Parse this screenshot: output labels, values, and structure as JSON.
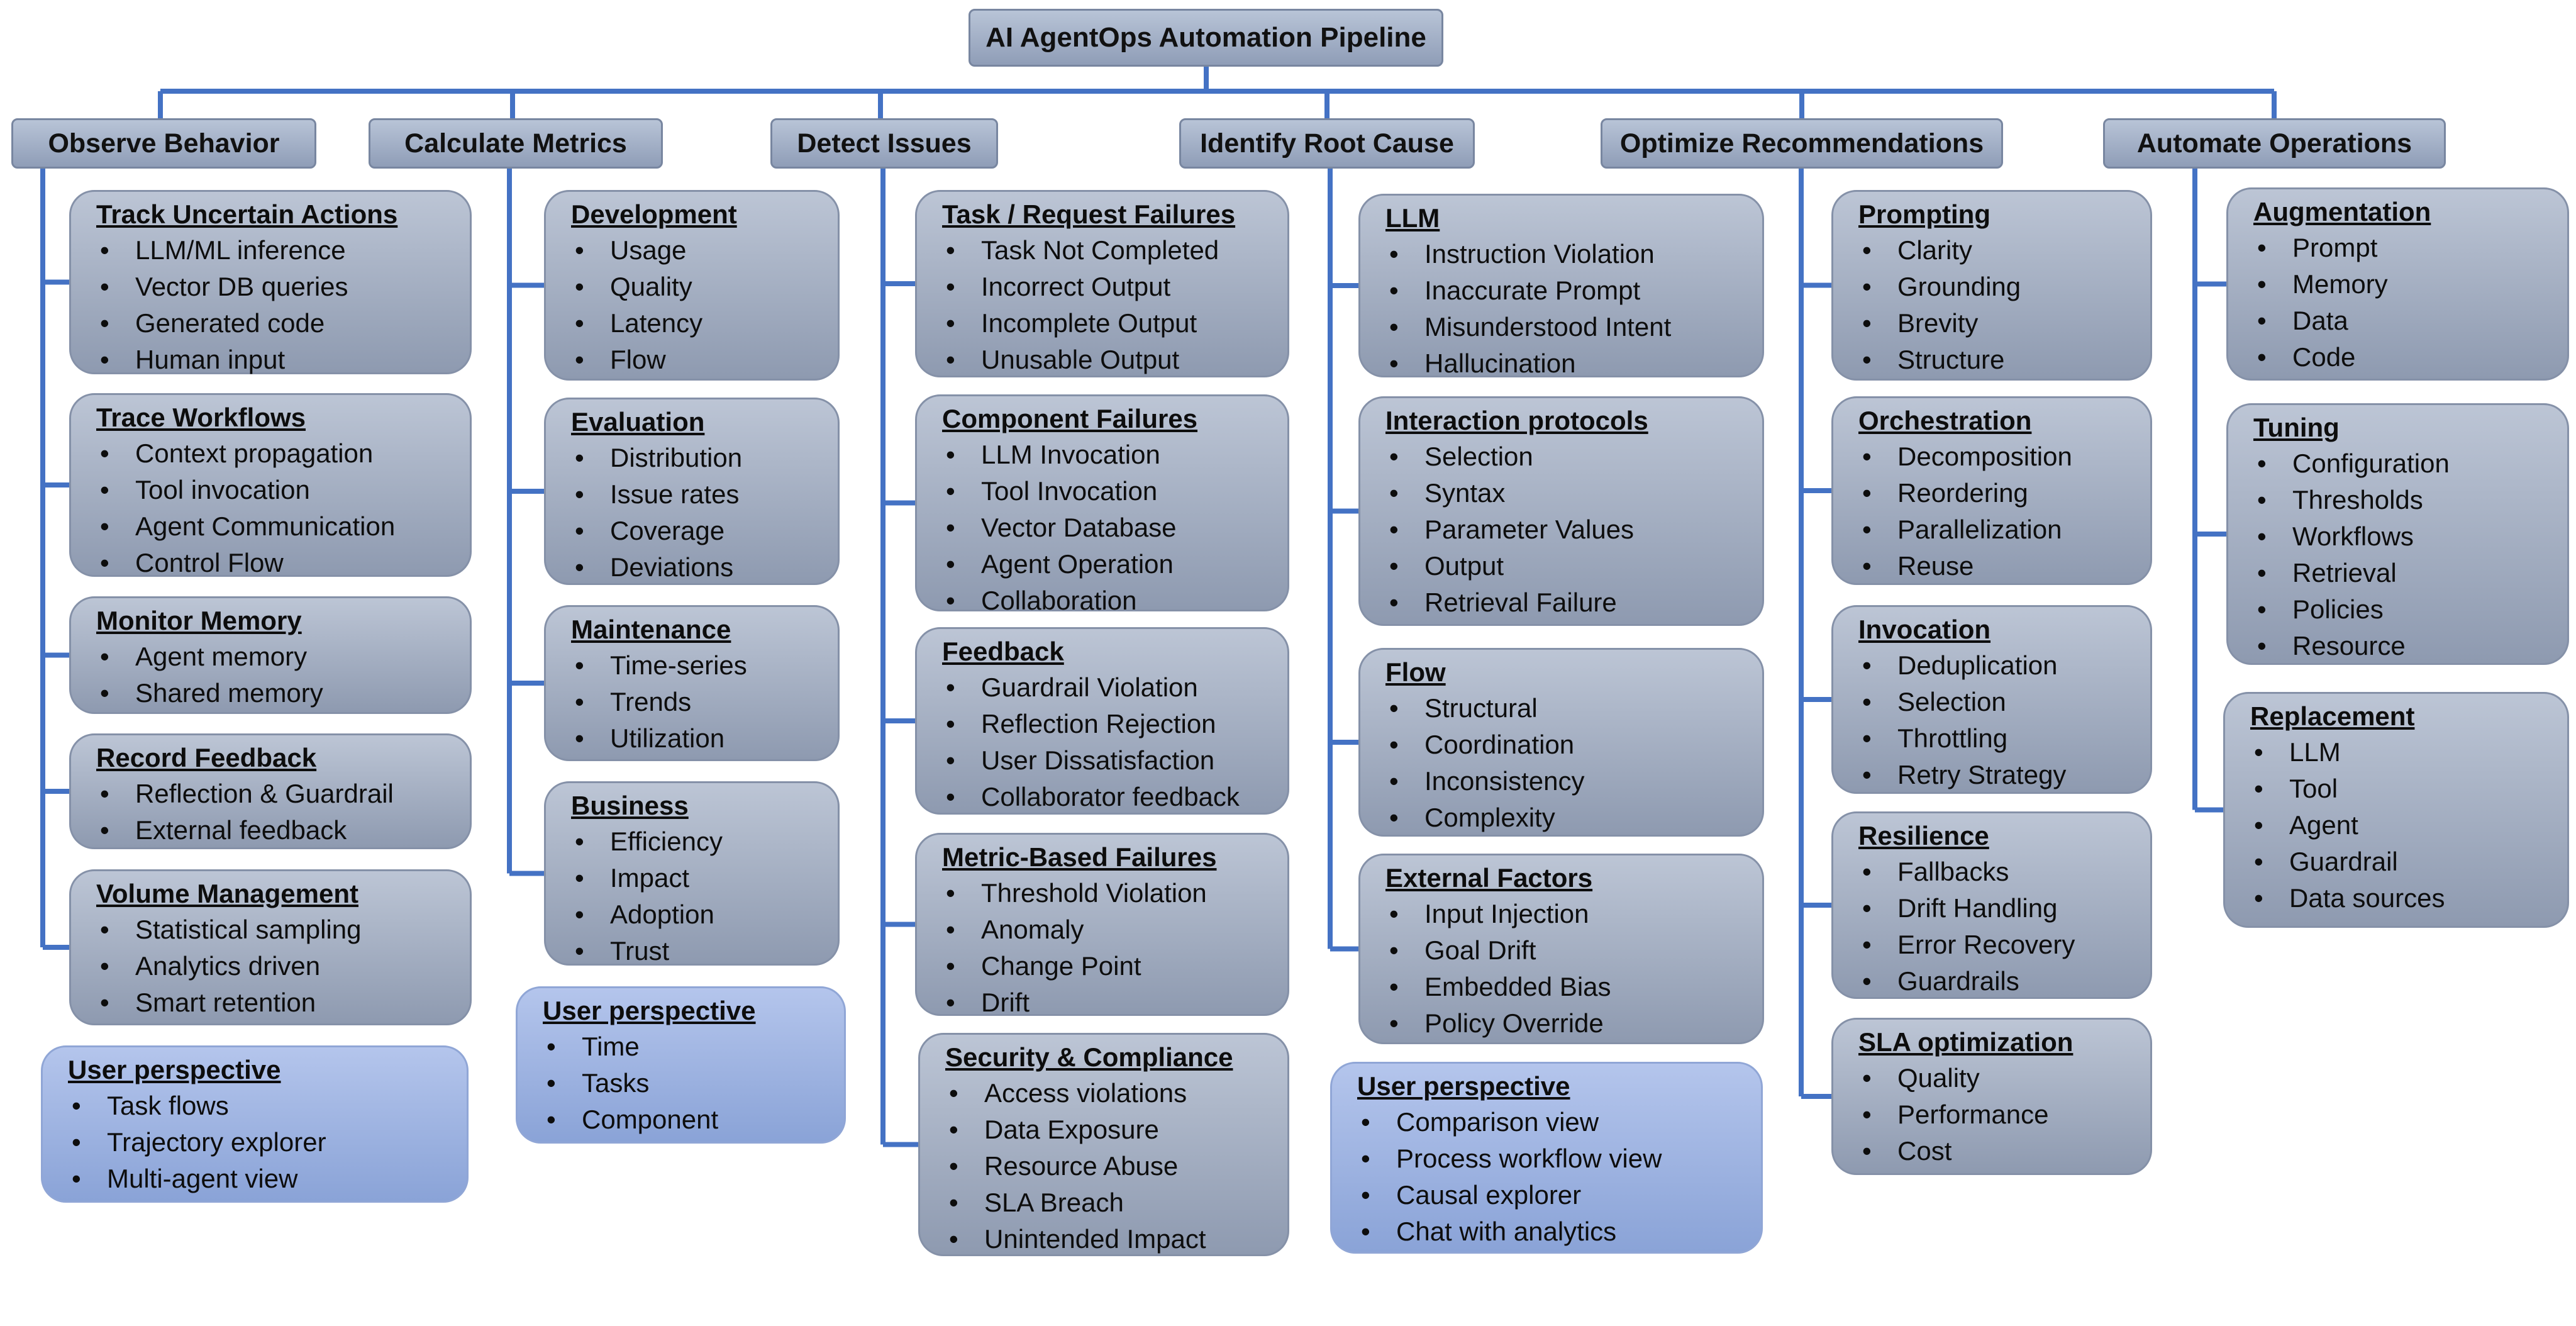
{
  "title": "AI AgentOps Automation Pipeline",
  "colors": {
    "connector": "#4472c4",
    "card": "#9aa6bd",
    "user_card": "#98aee0"
  },
  "columns": [
    {
      "heading": "Observe Behavior",
      "cards": [
        {
          "title": "Track Uncertain Actions",
          "items": [
            "LLM/ML inference",
            "Vector DB queries",
            "Generated code",
            "Human input"
          ]
        },
        {
          "title": "Trace  Workflows",
          "items": [
            "Context propagation",
            "Tool invocation",
            "Agent Communication",
            "Control Flow"
          ]
        },
        {
          "title": "Monitor Memory",
          "items": [
            "Agent memory",
            "Shared memory"
          ]
        },
        {
          "title": "Record Feedback",
          "items": [
            "Reflection & Guardrail",
            "External feedback"
          ]
        },
        {
          "title": "Volume Management",
          "items": [
            "Statistical sampling",
            "Analytics driven",
            "Smart retention"
          ]
        },
        {
          "title": "User perspective",
          "items": [
            "Task flows",
            "Trajectory explorer",
            "Multi-agent view"
          ]
        }
      ]
    },
    {
      "heading": "Calculate Metrics",
      "cards": [
        {
          "title": "Development",
          "items": [
            "Usage",
            "Quality",
            "Latency",
            "Flow"
          ]
        },
        {
          "title": "Evaluation",
          "items": [
            "Distribution",
            "Issue rates",
            "Coverage",
            "Deviations"
          ]
        },
        {
          "title": "Maintenance",
          "items": [
            "Time-series",
            "Trends",
            "Utilization"
          ]
        },
        {
          "title": "Business",
          "items": [
            "Efficiency",
            "Impact",
            "Adoption",
            "Trust"
          ]
        },
        {
          "title": "User perspective",
          "items": [
            "Time",
            "Tasks",
            "Component"
          ]
        }
      ]
    },
    {
      "heading": "Detect Issues",
      "cards": [
        {
          "title": "Task / Request Failures",
          "items": [
            "Task Not Completed",
            "Incorrect Output",
            "Incomplete Output",
            "Unusable Output"
          ]
        },
        {
          "title": "Component Failures",
          "items": [
            "LLM Invocation",
            "Tool Invocation",
            "Vector Database",
            "Agent Operation",
            "Collaboration"
          ]
        },
        {
          "title": "Feedback",
          "items": [
            "Guardrail Violation",
            "Reflection Rejection",
            "User Dissatisfaction",
            "Collaborator feedback"
          ]
        },
        {
          "title": "Metric-Based Failures",
          "items": [
            "Threshold Violation",
            "Anomaly",
            "Change Point",
            "Drift"
          ]
        },
        {
          "title": "Security & Compliance",
          "items": [
            "Access violations",
            "Data Exposure",
            "Resource Abuse",
            "SLA Breach",
            "Unintended Impact"
          ]
        }
      ]
    },
    {
      "heading": "Identify Root Cause",
      "cards": [
        {
          "title": "LLM",
          "items": [
            "Instruction Violation",
            "Inaccurate Prompt",
            "Misunderstood Intent",
            "Hallucination"
          ]
        },
        {
          "title": "Interaction protocols",
          "items": [
            "Selection",
            "Syntax",
            "Parameter Values",
            "Output",
            "Retrieval Failure"
          ]
        },
        {
          "title": "Flow",
          "items": [
            "Structural",
            "Coordination",
            "Inconsistency",
            "Complexity"
          ]
        },
        {
          "title": "External Factors",
          "items": [
            "Input Injection",
            "Goal Drift",
            "Embedded Bias",
            "Policy Override"
          ]
        },
        {
          "title": "User perspective",
          "items": [
            "Comparison view",
            "Process workflow view",
            "Causal  explorer",
            "Chat with analytics"
          ]
        }
      ]
    },
    {
      "heading": "Optimize Recommendations",
      "cards": [
        {
          "title": "Prompting",
          "items": [
            "Clarity",
            "Grounding",
            "Brevity",
            "Structure"
          ]
        },
        {
          "title": "Orchestration",
          "items": [
            "Decomposition",
            "Reordering",
            "Parallelization",
            "Reuse"
          ]
        },
        {
          "title": "Invocation",
          "items": [
            "Deduplication",
            "Selection",
            "Throttling",
            "Retry Strategy"
          ]
        },
        {
          "title": "Resilience",
          "items": [
            "Fallbacks",
            "Drift Handling",
            "Error Recovery",
            "Guardrails"
          ]
        },
        {
          "title": "SLA optimization",
          "items": [
            "Quality",
            "Performance",
            "Cost"
          ]
        }
      ]
    },
    {
      "heading": "Automate Operations",
      "cards": [
        {
          "title": "Augmentation",
          "items": [
            "Prompt",
            "Memory",
            "Data",
            "Code"
          ]
        },
        {
          "title": "Tuning",
          "items": [
            "Configuration",
            "Thresholds",
            "Workflows",
            "Retrieval",
            "Policies",
            "Resource"
          ]
        },
        {
          "title": "Replacement",
          "items": [
            "LLM",
            "Tool",
            "Agent",
            "Guardrail",
            "Data sources"
          ]
        }
      ]
    }
  ]
}
